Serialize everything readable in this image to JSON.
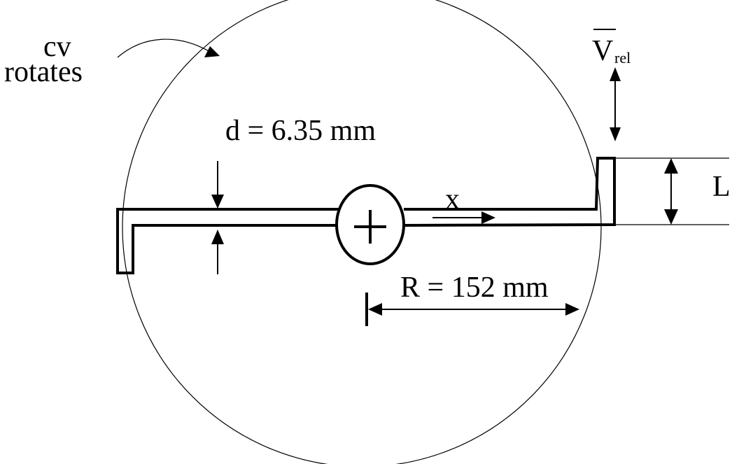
{
  "labels": {
    "cv": "cv",
    "rotates": "rotates",
    "v_rel_main": "V",
    "v_rel_sub": "rel",
    "diameter": "d = 6.35 mm",
    "length": "L",
    "x_axis": "x",
    "radius": "R = 152 mm"
  }
}
